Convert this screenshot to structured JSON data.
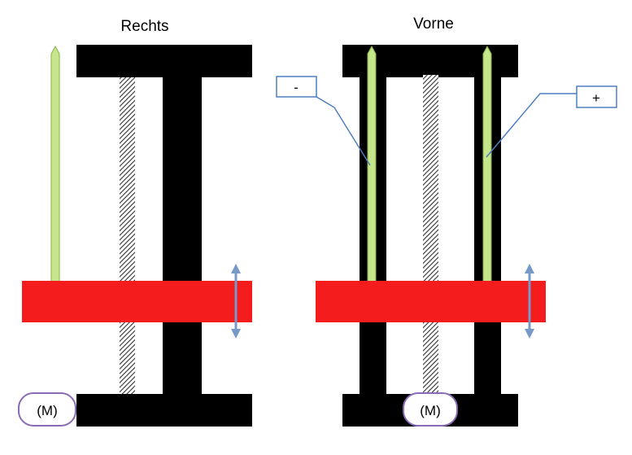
{
  "views": {
    "side": {
      "title": "Rechts",
      "motor_label": "(M)"
    },
    "front": {
      "title": "Vorne",
      "minus_label": "-",
      "plus_label": "+",
      "motor_label": "(M)"
    }
  },
  "colors": {
    "frame": "#000000",
    "carriage": "#f41c1c",
    "rail": "#c5e68a",
    "rail_outline": "#8bb04a",
    "arrow": "#7799c8",
    "callout": "#4f7fbf",
    "motor_outline": "#8a6bb5",
    "screw": "#8a8a8a"
  },
  "icons": {
    "arrow": "double-headed-vertical-arrow",
    "screw": "hatched-lead-screw"
  }
}
